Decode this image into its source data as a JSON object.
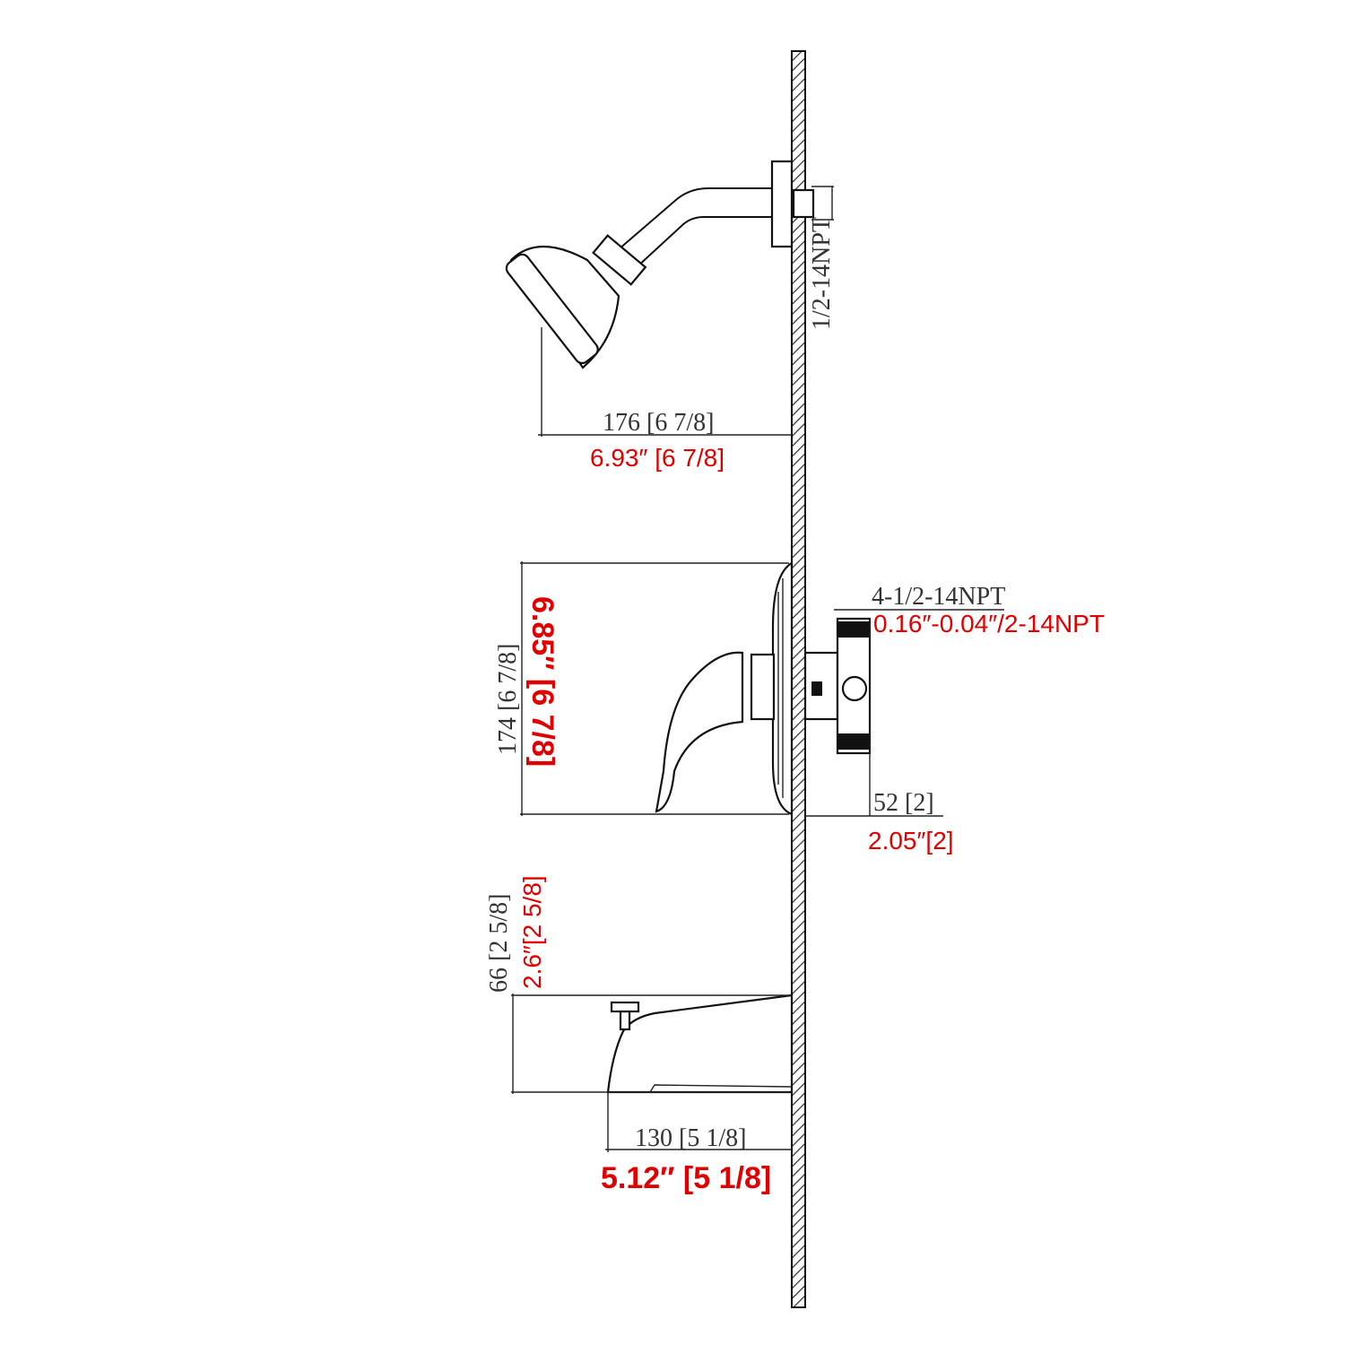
{
  "diagram": {
    "shower_head": {
      "thread_label": "1/2-14NPT",
      "projection_mm": "176 [6 7/8]",
      "projection_in": "6.93″ [6 7/8]"
    },
    "valve": {
      "height_mm": "174 [6 7/8]",
      "height_in": "6.85″ [6 7/8]",
      "thread_label": "4-1/2-14NPT",
      "thread_label_in": "0.16″-0.04″/2-14NPT",
      "depth_mm": "52 [2]",
      "depth_in": "2.05″[2]"
    },
    "tub_spout": {
      "height_mm": "66 [2 5/8]",
      "height_in": "2.6″[2 5/8]",
      "projection_mm": "130 [5 1/8]",
      "projection_in": "5.12″ [5 1/8]"
    },
    "colors": {
      "annotation": "#e00000",
      "drawing": "#111111"
    }
  }
}
